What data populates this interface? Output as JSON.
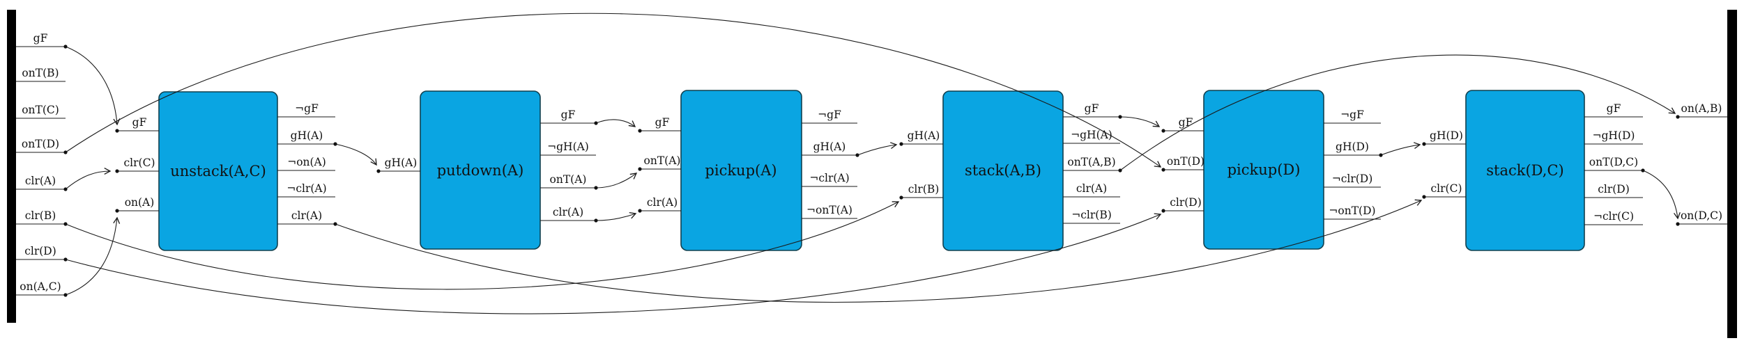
{
  "diagram": {
    "kind": "STRIPS plan / causal link diagram (blocks world)",
    "initial_state": [
      "gF",
      "onT(B)",
      "onT(C)",
      "onT(D)",
      "clr(A)",
      "clr(B)",
      "clr(D)",
      "on(A,C)"
    ],
    "final_state": [
      "on(A,B)",
      "on(D,C)"
    ],
    "actions": [
      {
        "title": "unstack(A,C)",
        "inputs": [
          "gF",
          "clr(C)",
          "on(A)"
        ],
        "outputs": [
          "¬gF",
          "gH(A)",
          "¬on(A)",
          "¬clr(A)",
          "clr(A)"
        ]
      },
      {
        "title": "putdown(A)",
        "inputs": [
          "gH(A)"
        ],
        "outputs": [
          "gF",
          "¬gH(A)",
          "onT(A)",
          "clr(A)"
        ]
      },
      {
        "title": "pickup(A)",
        "inputs": [
          "gF",
          "onT(A)",
          "clr(A)"
        ],
        "outputs": [
          "¬gF",
          "gH(A)",
          "¬clr(A)",
          "¬onT(A)"
        ]
      },
      {
        "title": "stack(A,B)",
        "inputs": [
          "gH(A)",
          "clr(B)"
        ],
        "outputs": [
          "gF",
          "¬gH(A)",
          "onT(A,B)",
          "clr(A)",
          "¬clr(B)"
        ]
      },
      {
        "title": "pickup(D)",
        "inputs": [
          "gF",
          "onT(D)",
          "clr(D)"
        ],
        "outputs": [
          "¬gF",
          "gH(D)",
          "¬clr(D)",
          "¬onT(D)"
        ]
      },
      {
        "title": "stack(D,C)",
        "inputs": [
          "gH(D)",
          "clr(C)"
        ],
        "outputs": [
          "gF",
          "¬gH(D)",
          "onT(D,C)",
          "clr(D)",
          "¬clr(C)"
        ]
      }
    ],
    "colors": {
      "action_fill": "#0AA5E2",
      "action_border": "#11404f",
      "line": "#1a1a1a",
      "bar": "#000000",
      "background": "#ffffff"
    }
  }
}
